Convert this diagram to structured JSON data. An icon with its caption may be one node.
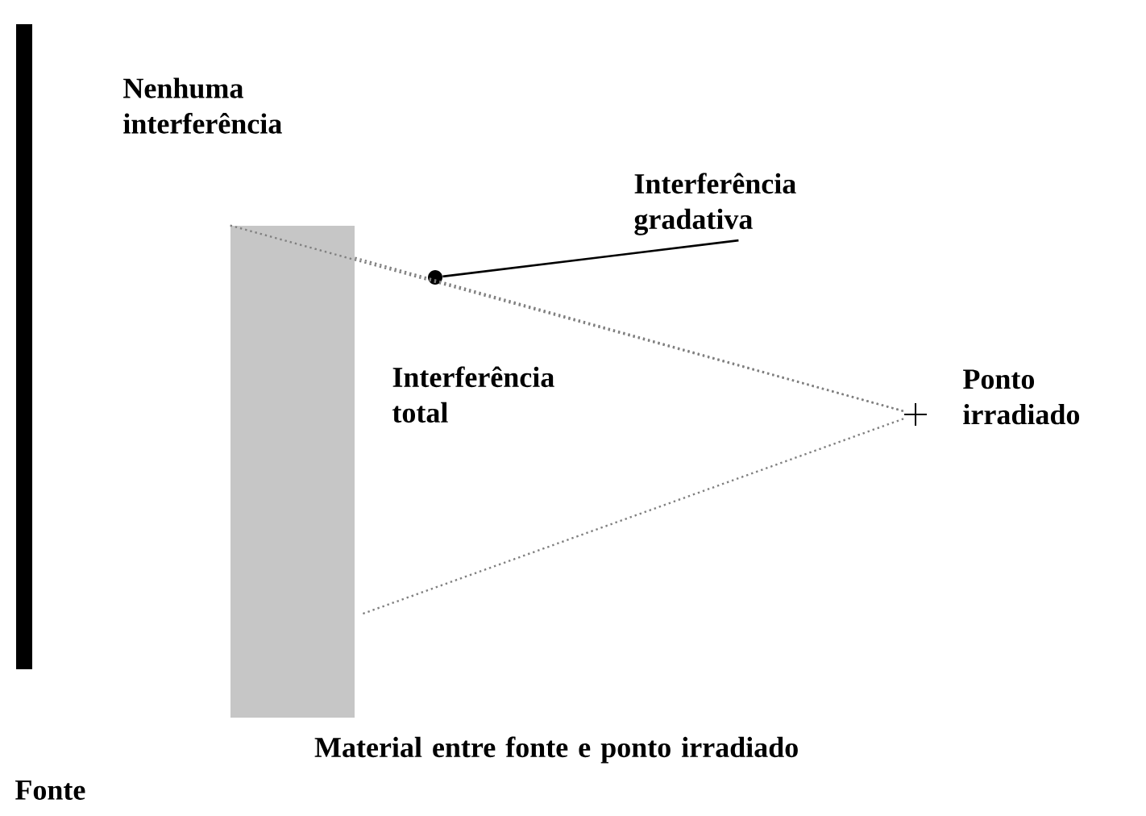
{
  "diagram": {
    "nodes": [
      {
        "text": [
          "Fonte"
        ]
      },
      {
        "text": [],
        "shape": "box"
      },
      {
        "text": [
          "Interferência gradativa"
        ]
      },
      {
        "text": [],
        "shape": "circle"
      },
      {
        "text": [],
        "shape": "cross",
        "beside": [
          "Ponto irradiado"
        ]
      }
    ],
    "edges": [
      {
        "from": 3,
        "to": 2,
        "arrow": "none",
        "color": "#000000"
      },
      {
        "from": 1,
        "to": 4,
        "arrow": "none",
        "style": "dashed"
      },
      {
        "from": 1,
        "to": 4,
        "arrow": "none",
        "style": "dashed"
      },
      {
        "from": 1,
        "to": 4,
        "arrow": "none",
        "style": "dashed"
      }
    ],
    "labels": [
      "Nenhuma interferência",
      "Interferência total",
      "Material entre fonte e ponto irradiado"
    ]
  }
}
